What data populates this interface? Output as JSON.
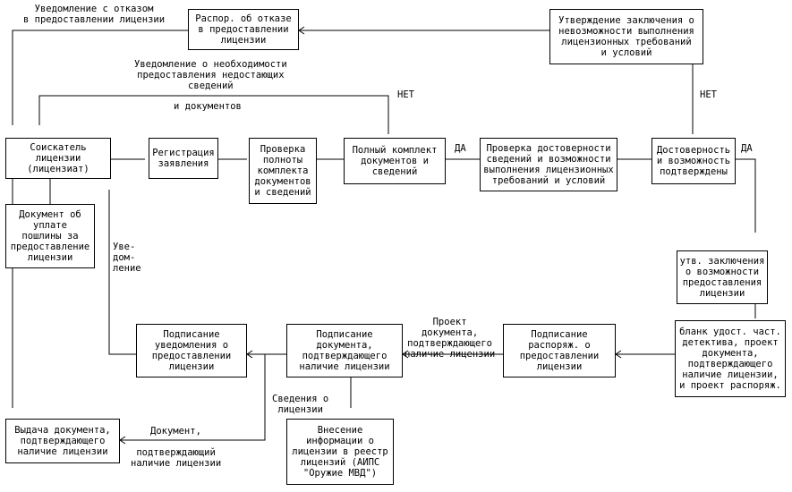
{
  "boxes": {
    "rasp_otkaz": "Распор. об отказе\nв предоставлении\nлицензии",
    "utv_nevozm": "Утверждение заключения о\nневозможности выполнения\nлицензионных требований\nи условий",
    "soiskatel": "Соискатель\nлицензии\n(лицензиат)",
    "registracia": "Регистрация\nзаявления",
    "proverka_polnoty": "Проверка\nполноты\nкомплекта\nдокументов\nи сведений",
    "polny_komplekt": "Полный комплект\nдокументов и\nсведений",
    "proverka_dostov": "Проверка достоверности\nсведений и возможности\nвыполнения лицензионных\nтребований и условий",
    "dostovernost": "Достоверность\nи возможность\nподтверждены",
    "dokument_uplata": "Документ об\nуплате\nпошлины за\nпредоставление\nлицензии",
    "utv_vozm": "утв. заключения\nо возможности\nпредоставления\nлицензии",
    "blank": "бланк удост. част.\nдетектива, проект\nдокумента,\nподтверждающего\nналичие лицензии,\nи проект распоряж.",
    "podp_uved": "Подписание\nуведомления о\nпредоставлении\nлицензии",
    "podp_dok": "Подписание\nдокумента,\nподтверждающего\nналичие лицензии",
    "podp_rasp": "Подписание\nраспоряж. о\nпредоставлении\nлицензии",
    "vydacha": "Выдача документа,\nподтверждающего\nналичие лицензии",
    "vnesenie": "Внесение\nинформации о\nлицензии в реестр\nлицензий (АИПС\n\"Оружие МВД\")"
  },
  "labels": {
    "uved_otkaz": "Уведомление с отказом\nв предоставлении лицензии",
    "uved_neobh": "Уведомление о необходимости\nпредоставления недостающих\nсведений",
    "i_dokumentov": "и документов",
    "net1": "НЕТ",
    "net2": "НЕТ",
    "da1": "ДА",
    "da2": "ДА",
    "uvedomlenie": "Уве-\nдом-\nление",
    "proekt_dok": "Проект\nдокумента,\nподтверждающего\nналичие лицензии",
    "svedenia": "Сведения о\nлицензии",
    "dokument_label1": "Документ,",
    "dokument_label2": "подтверждающий\nналичие лицензии"
  }
}
